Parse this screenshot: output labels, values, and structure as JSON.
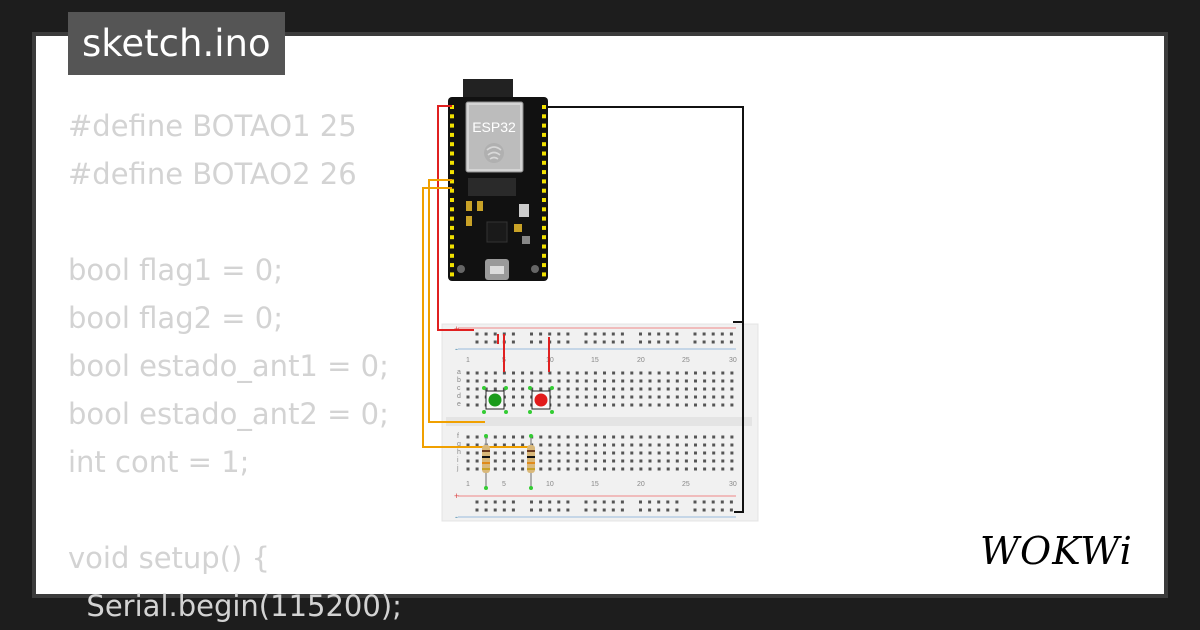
{
  "file": {
    "name": "sketch.ino"
  },
  "code": {
    "lines": [
      "#define BOTAO1 25",
      "#define BOTAO2 26",
      "",
      "bool flag1 = 0;",
      "bool flag2 = 0;",
      "bool estado_ant1 = 0;",
      "bool estado_ant2 = 0;",
      "int cont = 1;",
      "",
      "void setup() {",
      "  Serial.begin(115200);"
    ]
  },
  "board": {
    "label": "ESP32"
  },
  "breadboard": {
    "col_labels_top": [
      "1",
      "5",
      "10",
      "15",
      "20",
      "25",
      "30"
    ],
    "col_labels_bottom": [
      "1",
      "5",
      "10",
      "15",
      "20",
      "25",
      "30"
    ],
    "row_labels_top": [
      "a",
      "b",
      "c",
      "d",
      "e"
    ],
    "row_labels_bottom": [
      "f",
      "g",
      "h",
      "i",
      "j"
    ],
    "rail_plus": "+",
    "rail_minus": "-"
  },
  "components": {
    "buttons": [
      {
        "color": "#1a9b1a"
      },
      {
        "color": "#e11b1b"
      }
    ],
    "resistor_count": 2
  },
  "wire_colors": {
    "power": "#e02020",
    "signal": "#f0a000",
    "ground": "#111111"
  },
  "brand": {
    "name": "WOKWi"
  }
}
